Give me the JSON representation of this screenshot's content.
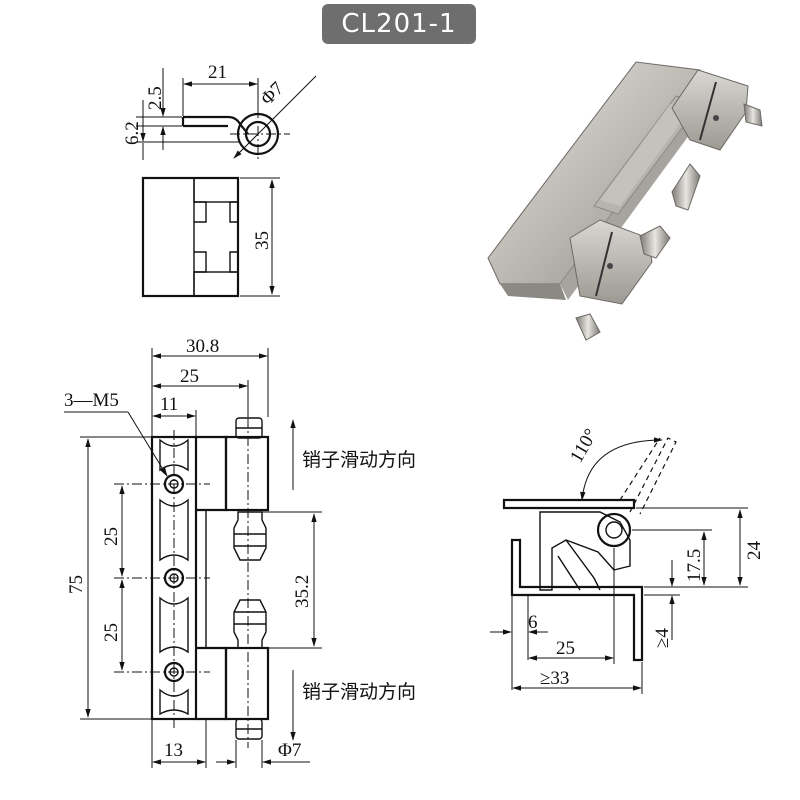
{
  "badge": "CL201-1",
  "top_view": {
    "d_21": "21",
    "d_2_5": "2.5",
    "d_6_2": "6.2",
    "d_phi7": "Φ7"
  },
  "side_view": {
    "d_35": "35"
  },
  "front_view": {
    "d_30_8": "30.8",
    "d_25_top": "25",
    "d_3m5": "3—M5",
    "d_11": "11",
    "d_75": "75",
    "d_25_a": "25",
    "d_25_b": "25",
    "d_35_2": "35.2",
    "d_13": "13",
    "d_phi7": "Φ7",
    "slide_top": "销子滑动方向",
    "slide_bottom": "销子滑动方向"
  },
  "mount_view": {
    "angle": "110°",
    "d_24": "24",
    "d_17_5": "17.5",
    "d_ge4": "≥4",
    "d_6": "6",
    "d_25": "25",
    "d_ge33": "≥33"
  },
  "colors": {
    "badge_bg": "#6e6e6e",
    "badge_text": "#ffffff",
    "line": "#111111",
    "metal": "#c9c6c1"
  }
}
